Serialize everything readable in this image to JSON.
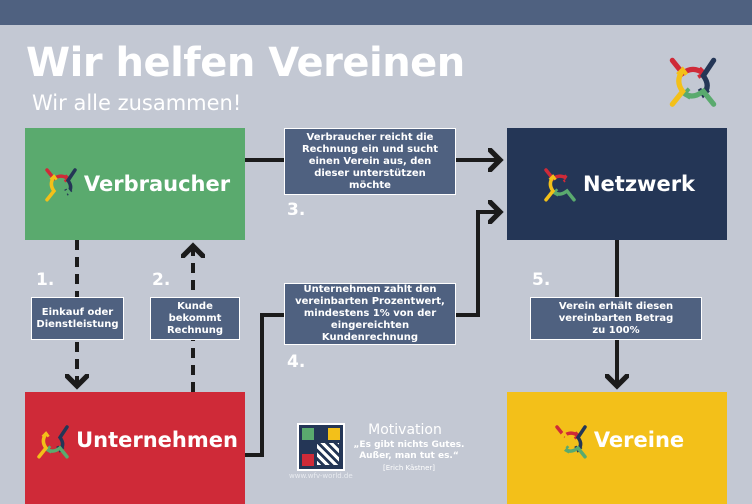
{
  "header": {
    "title": "Wir helfen Vereinen",
    "subtitle": "Wir alle zusammen!"
  },
  "nodes": {
    "consumer": "Verbraucher",
    "network": "Netzwerk",
    "company": "Unternehmen",
    "clubs": "Vereine"
  },
  "steps": {
    "s1": {
      "num": "1.",
      "text": "Einkauf oder Dienstleistung"
    },
    "s2": {
      "num": "2.",
      "text": "Kunde bekommt Rechnung"
    },
    "s3": {
      "num": "3.",
      "text": "Verbraucher reicht die Rechnung ein und sucht einen Verein aus, den dieser unterstützen möchte"
    },
    "s4": {
      "num": "4.",
      "text": "Unternehmen zahlt den vereinbarten Prozentwert, mindestens 1% von der eingereichten Kundenrechnung"
    },
    "s5": {
      "num": "5.",
      "text": "Verein erhält diesen vereinbarten Betrag zu 100%"
    }
  },
  "motivation": {
    "title": "Motivation",
    "quote": "„Es gibt nichts Gutes. Außer, man tut es.“",
    "author": "[Erich Kästner]",
    "url": "www.wfv-world.de"
  },
  "colors": {
    "bg": "#c3c8d3",
    "bar": "#4f6180",
    "green": "#5aaa6e",
    "navy": "#243656",
    "red": "#cf2a38",
    "yellow": "#f3c019"
  }
}
